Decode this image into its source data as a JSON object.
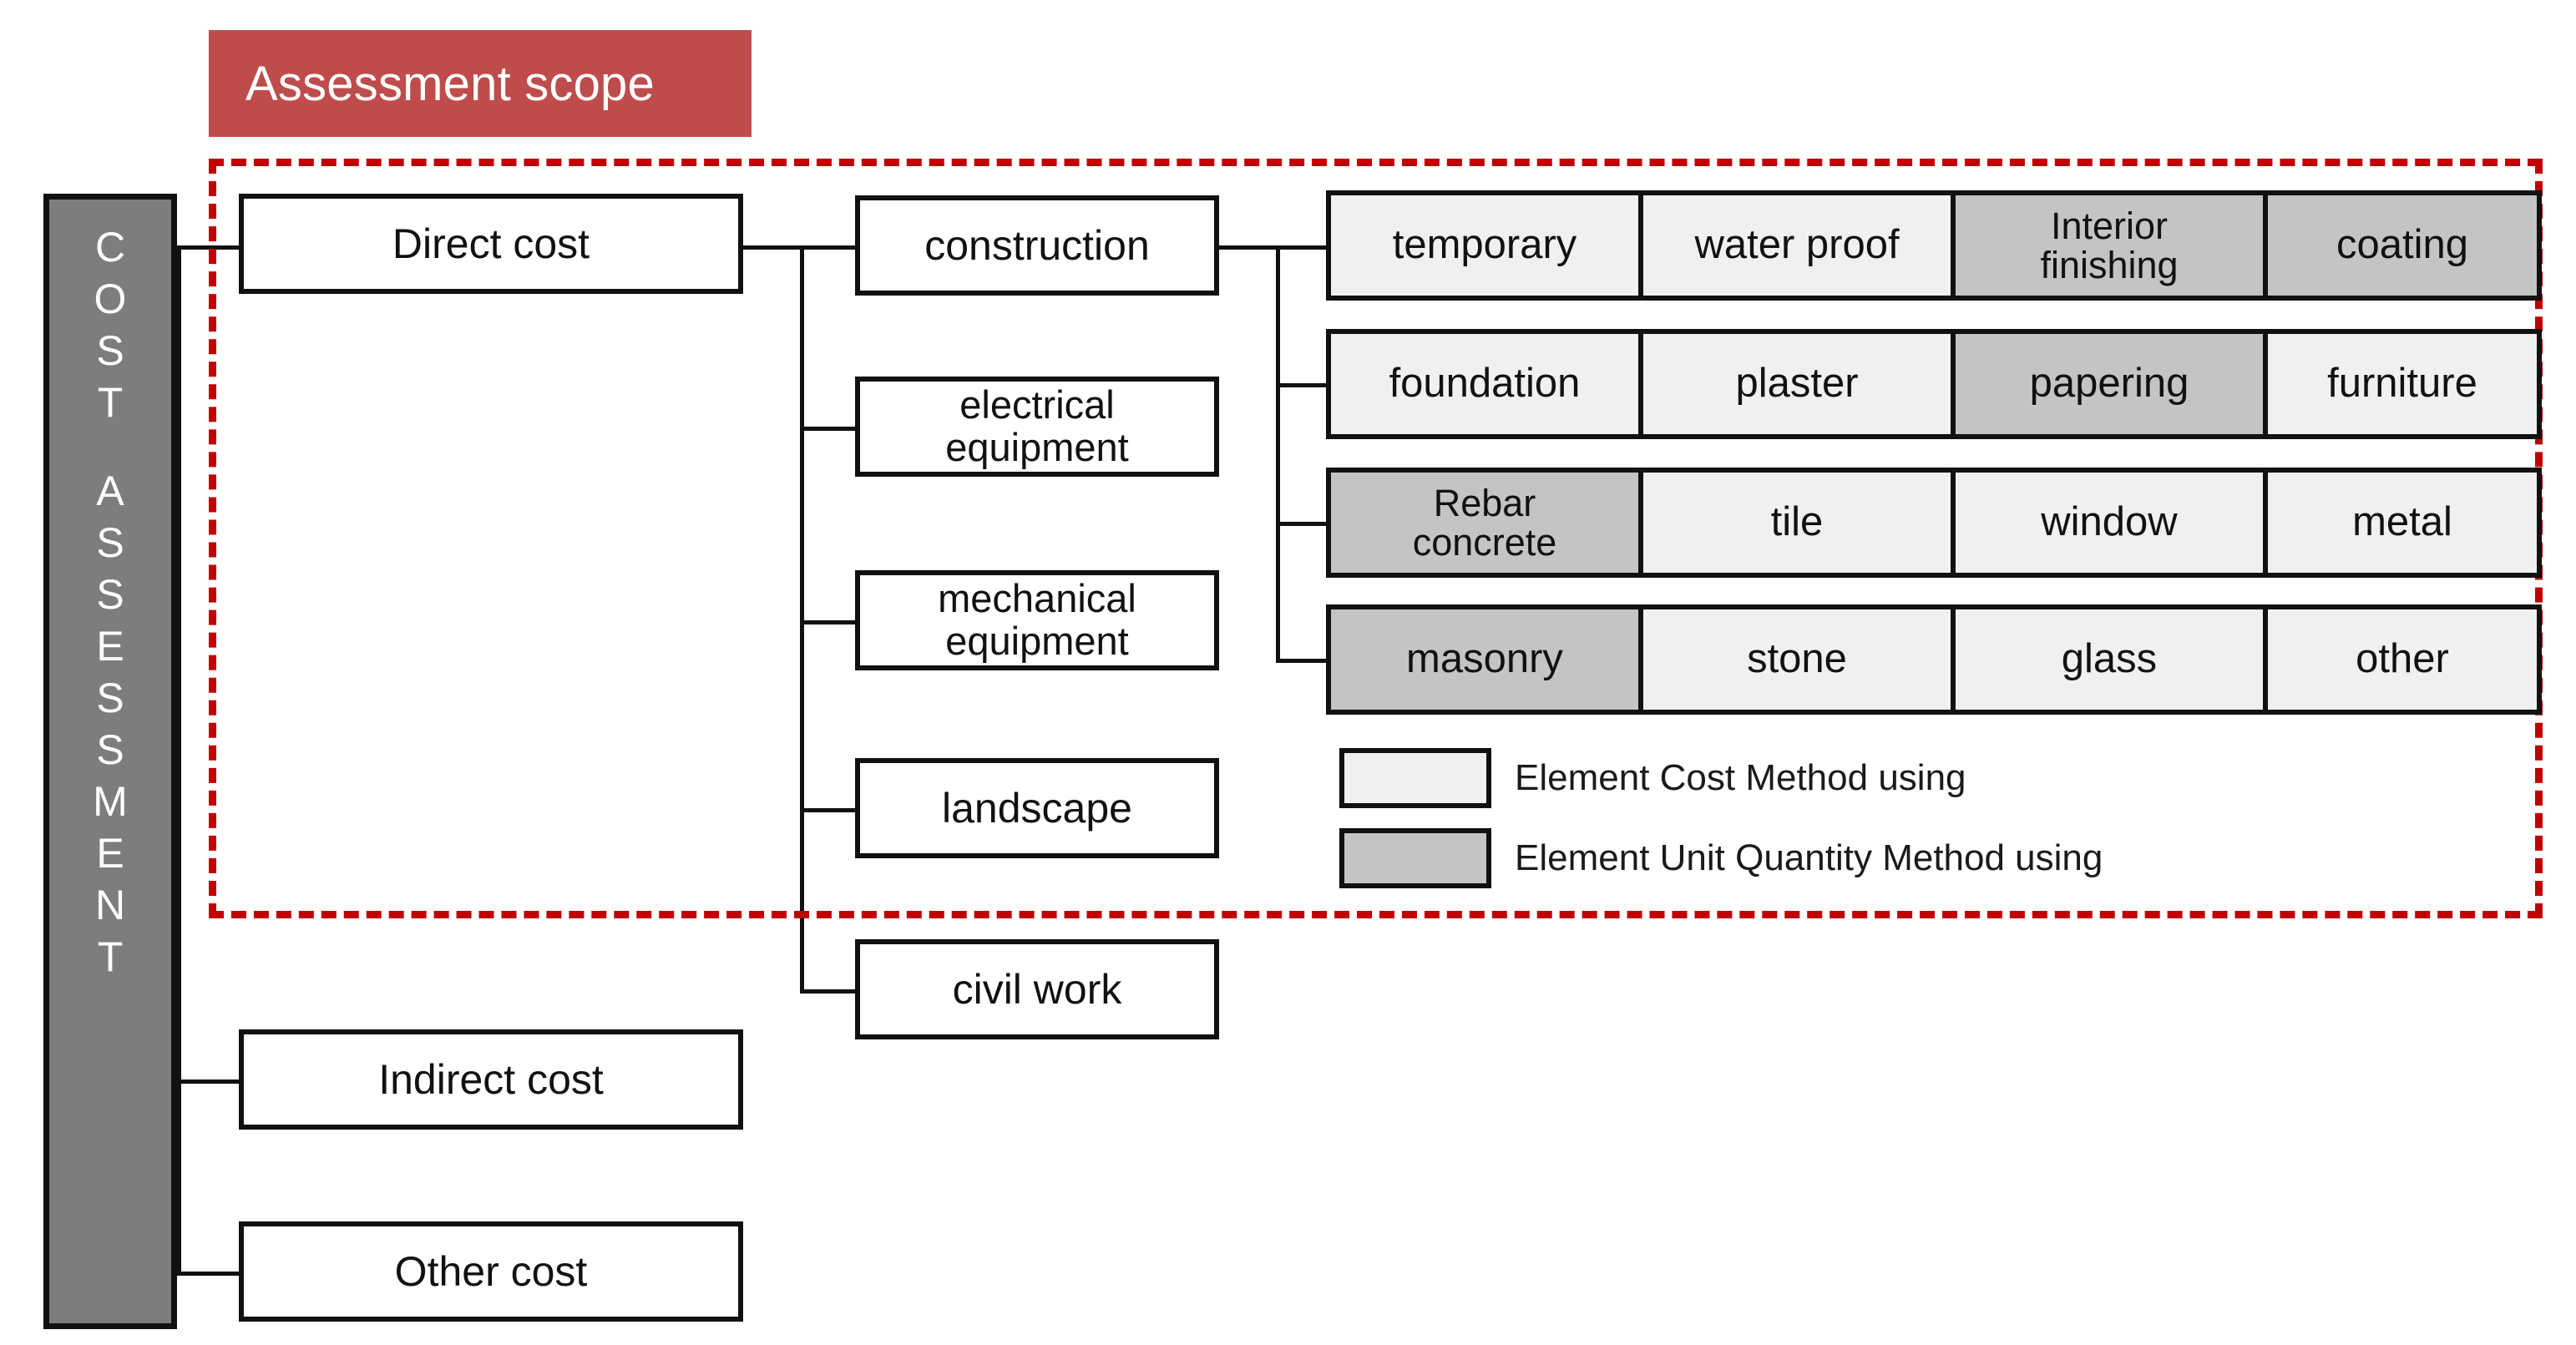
{
  "scope": {
    "banner_label": "Assessment scope",
    "banner_color": "#bf4c4c",
    "dashed_border_color": "#c00000"
  },
  "root": {
    "label": "COST ASSESSMENT",
    "letters_line1": [
      "C",
      "O",
      "S",
      "T"
    ],
    "letters_line2": [
      "A",
      "S",
      "S",
      "E",
      "S",
      "S",
      "M",
      "E",
      "N",
      "T"
    ],
    "fill_color": "#7d7d7d",
    "text_color": "#ffffff"
  },
  "level1": [
    {
      "label": "Direct cost"
    },
    {
      "label": "Indirect cost"
    },
    {
      "label": "Other cost"
    }
  ],
  "level2": [
    {
      "label": "construction"
    },
    {
      "label": "electrical equipment",
      "line1": "electrical",
      "line2": "equipment"
    },
    {
      "label": "mechanical equipment",
      "line1": "mechanical",
      "line2": "equipment"
    },
    {
      "label": "landscape"
    },
    {
      "label": "civil work"
    }
  ],
  "element_grid": {
    "rows": [
      [
        {
          "label": "temporary",
          "method": "element-cost"
        },
        {
          "label": "water proof",
          "method": "element-cost"
        },
        {
          "label": "Interior finishing",
          "line1": "Interior",
          "line2": "finishing",
          "method": "element-unit-quantity"
        },
        {
          "label": "coating",
          "method": "element-unit-quantity"
        }
      ],
      [
        {
          "label": "foundation",
          "method": "element-cost"
        },
        {
          "label": "plaster",
          "method": "element-cost"
        },
        {
          "label": "papering",
          "method": "element-unit-quantity"
        },
        {
          "label": "furniture",
          "method": "element-cost"
        }
      ],
      [
        {
          "label": "Rebar concrete",
          "line1": "Rebar",
          "line2": "concrete",
          "method": "element-unit-quantity"
        },
        {
          "label": "tile",
          "method": "element-cost"
        },
        {
          "label": "window",
          "method": "element-cost"
        },
        {
          "label": "metal",
          "method": "element-cost"
        }
      ],
      [
        {
          "label": "masonry",
          "method": "element-unit-quantity"
        },
        {
          "label": "stone",
          "method": "element-cost"
        },
        {
          "label": "glass",
          "method": "element-cost"
        },
        {
          "label": "other",
          "method": "element-cost"
        }
      ]
    ]
  },
  "legend": {
    "items": [
      {
        "label": "Element Cost Method using",
        "swatch_color": "#f0f0f0",
        "style": "light"
      },
      {
        "label": "Element Unit Quantity Method using",
        "swatch_color": "#c4c4c4",
        "style": "dark"
      }
    ]
  }
}
